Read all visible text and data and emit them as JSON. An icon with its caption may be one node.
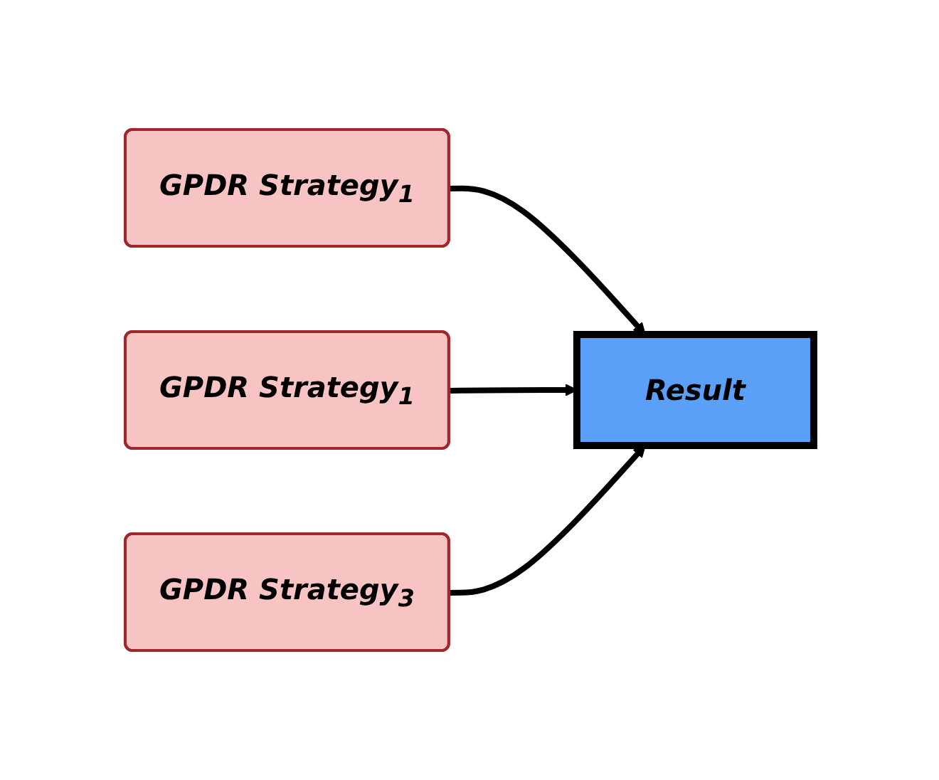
{
  "diagram": {
    "nodes": [
      {
        "text": [
          "GPDR Strategy$_{1}$"
        ]
      },
      {
        "text": [
          "GPDR Strategy$_{1}$"
        ]
      },
      {
        "text": [
          "GPDR Strategy$_{3}$"
        ]
      },
      {
        "text": [
          "Result"
        ]
      }
    ],
    "edges": [
      {
        "from": 0,
        "to": 3,
        "arrow": "to"
      },
      {
        "from": 1,
        "to": 3,
        "arrow": "to"
      },
      {
        "from": 2,
        "to": 3,
        "arrow": "to"
      }
    ]
  }
}
